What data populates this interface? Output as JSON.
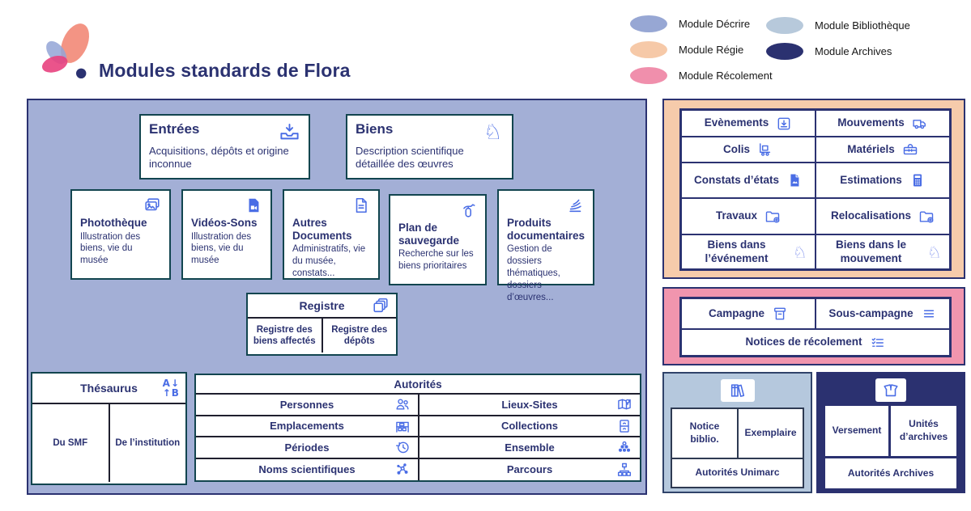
{
  "header": {
    "title": "Modules standards de Flora"
  },
  "colors": {
    "decrire_fill": "#a3afd6",
    "regie_fill": "#f6cbab",
    "recolement_fill": "#f195ae",
    "bibliotheque_fill": "#b5c8dd",
    "archives_fill": "#2b3170",
    "text_navy": "#2b3271",
    "box_border_teal": "#12454f",
    "icon_blue": "#4a6de5"
  },
  "legend": {
    "col1": [
      {
        "label": "Module Décrire",
        "color": "#97a7d4"
      },
      {
        "label": "Module Régie",
        "color": "#f6c9a8"
      },
      {
        "label": "Module Récolement",
        "color": "#f08fac"
      }
    ],
    "col2": [
      {
        "label": "Module Bibliothèque",
        "color": "#b7c9db"
      },
      {
        "label": "Module Archives",
        "color": "#2b3170"
      }
    ]
  },
  "decrire": {
    "feature_boxes_top": [
      {
        "title": "Entrées",
        "desc": "Acquisitions, dépôts et origine inconnue",
        "icon": "inbox-tray-icon"
      },
      {
        "title": "Biens",
        "desc": "Description scientifique détaillée des œuvres",
        "icon": "knight-icon"
      }
    ],
    "feature_boxes_row2": [
      {
        "title": "Photothèque",
        "desc": "Illustration des biens, vie du musée",
        "icon": "photos-icon"
      },
      {
        "title": "Vidéos-Sons",
        "desc": "Illustration des biens, vie du musée",
        "icon": "video-file-icon"
      },
      {
        "title": "Autres Documents",
        "desc": "Administratifs, vie du musée, constats...",
        "icon": "document-icon"
      },
      {
        "title": "Plan de sauvegarde",
        "desc": "Recherche sur les biens prioritaires",
        "icon": "fire-extinguisher-icon"
      },
      {
        "title": "Produits documentaires",
        "desc": "Gestion de dossiers thématiques, dossiers d’œuvres...",
        "icon": "papers-stack-icon"
      }
    ],
    "registre": {
      "title": "Registre",
      "icon": "copy-stack-icon",
      "cells": [
        "Registre des biens affectés",
        "Registre des dépôts"
      ]
    },
    "thesaurus": {
      "title": "Thésaurus",
      "icon": "thesaurus-ab-icon",
      "cells": [
        "Du SMF",
        "De l’institution"
      ]
    },
    "autorites": {
      "title": "Autorités",
      "rows": [
        [
          {
            "label": "Personnes",
            "icon": "people-icon"
          },
          {
            "label": "Lieux-Sites",
            "icon": "map-pin-icon"
          }
        ],
        [
          {
            "label": "Emplacements",
            "icon": "shelf-icon"
          },
          {
            "label": "Collections",
            "icon": "cabinet-icon"
          }
        ],
        [
          {
            "label": "Périodes",
            "icon": "history-icon"
          },
          {
            "label": "Ensemble",
            "icon": "group-icon"
          }
        ],
        [
          {
            "label": "Noms scientifiques",
            "icon": "molecule-icon"
          },
          {
            "label": "Parcours",
            "icon": "sitemap-icon"
          }
        ]
      ]
    }
  },
  "regie": {
    "rows": [
      [
        {
          "label": "Evènements",
          "icon": "box-arrow-icon"
        },
        {
          "label": "Mouvements",
          "icon": "truck-icon"
        }
      ],
      [
        {
          "label": "Colis",
          "icon": "handcart-icon"
        },
        {
          "label": "Matériels",
          "icon": "toolbox-icon"
        }
      ],
      [
        {
          "label": "Constats d’états",
          "icon": "doc-image-icon"
        },
        {
          "label": "Estimations",
          "icon": "calculator-icon"
        }
      ],
      [
        {
          "label": "Travaux",
          "icon": "folder-plus-icon"
        },
        {
          "label": "Relocalisations",
          "icon": "folder-plus-icon"
        }
      ],
      [
        {
          "label": "Biens dans l’événement",
          "icon": "knight-icon"
        },
        {
          "label": "Biens dans le mouvement",
          "icon": "knight-icon"
        }
      ]
    ]
  },
  "recolement": {
    "row1": [
      {
        "label": "Campagne",
        "icon": "archive-box-icon"
      },
      {
        "label": "Sous-campagne",
        "icon": "menu-icon"
      }
    ],
    "row2": {
      "label": "Notices de récolement",
      "icon": "checklist-icon"
    }
  },
  "bibliotheque": {
    "icon": "books-icon",
    "cells": [
      "Notice biblio.",
      "Exemplaire"
    ],
    "footer": "Autorités Unimarc"
  },
  "archives": {
    "icon": "open-box-icon",
    "cells": [
      "Versement",
      "Unités d’archives"
    ],
    "footer": "Autorités Archives"
  }
}
